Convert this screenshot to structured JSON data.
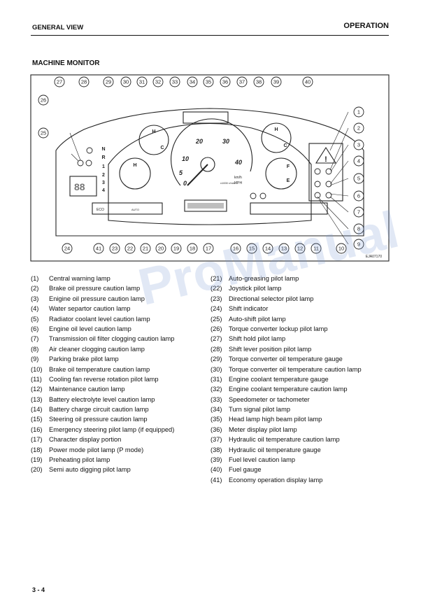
{
  "header": {
    "left": "GENERAL VIEW",
    "right": "OPERATION"
  },
  "section_title": "MACHINE MONITOR",
  "figure": {
    "code": "EJA07170",
    "callouts": [
      "1",
      "2",
      "3",
      "4",
      "5",
      "6",
      "7",
      "8",
      "9",
      "10",
      "11",
      "12",
      "13",
      "14",
      "15",
      "16",
      "17",
      "18",
      "19",
      "20",
      "21",
      "22",
      "23",
      "24",
      "25",
      "26",
      "27",
      "28",
      "29",
      "30",
      "31",
      "32",
      "33",
      "34",
      "35",
      "36",
      "37",
      "38",
      "39",
      "40",
      "41"
    ],
    "gauge_labels": {
      "h": "H",
      "c": "C",
      "f": "F",
      "e": "E"
    },
    "speedo_ticks": [
      "0",
      "5",
      "10",
      "20",
      "30",
      "40"
    ],
    "speedo_unit": "km/h",
    "speedo_unit2": "MPH",
    "speedo_x1000": "x1000 r/min",
    "shift_positions": [
      "N",
      "R",
      "1",
      "2",
      "3",
      "4"
    ],
    "eco_label": "ECO",
    "auto_label": "AUTO"
  },
  "legend_left": [
    {
      "num": "(1)",
      "text": "Central warning lamp"
    },
    {
      "num": "(2)",
      "text": "Brake oil pressure caution lamp"
    },
    {
      "num": "(3)",
      "text": "Enigine oil pressure caution lamp"
    },
    {
      "num": "(4)",
      "text": "Water separtor caution lamp"
    },
    {
      "num": "(5)",
      "text": "Radiator coolant level caution lamp"
    },
    {
      "num": "(6)",
      "text": "Engine oil level caution lamp"
    },
    {
      "num": "(7)",
      "text": "Transmission oil filter clogging caution lamp"
    },
    {
      "num": "(8)",
      "text": "Air cleaner clogging caution lamp"
    },
    {
      "num": "(9)",
      "text": "Parking brake pilot lamp"
    },
    {
      "num": "(10)",
      "text": "Brake oil temperature caution lamp"
    },
    {
      "num": "(11)",
      "text": "Cooling fan reverse rotation pilot lamp"
    },
    {
      "num": "(12)",
      "text": "Maintenance caution lamp"
    },
    {
      "num": "(13)",
      "text": "Battery electrolyte level caution lamp"
    },
    {
      "num": "(14)",
      "text": "Battery charge circuit caution lamp"
    },
    {
      "num": "(15)",
      "text": "Steering oil pressure caution lamp"
    },
    {
      "num": "(16)",
      "text": "Emergency steering pilot lamp (if equipped)"
    },
    {
      "num": "(17)",
      "text": "Character display portion"
    },
    {
      "num": "(18)",
      "text": "Power mode pilot lamp (P mode)"
    },
    {
      "num": "(19)",
      "text": "Preheating pilot lamp"
    },
    {
      "num": "(20)",
      "text": "Semi auto digging pilot lamp"
    }
  ],
  "legend_right": [
    {
      "num": "(21)",
      "text": "Auto-greasing pilot lamp"
    },
    {
      "num": "(22)",
      "text": "Joystick pilot lamp"
    },
    {
      "num": "(23)",
      "text": "Directional selector pilot lamp"
    },
    {
      "num": "(24)",
      "text": "Shift indicator"
    },
    {
      "num": "(25)",
      "text": "Auto-shift pilot lamp"
    },
    {
      "num": "(26)",
      "text": "Torque converter lockup pilot lamp"
    },
    {
      "num": "(27)",
      "text": "Shift hold pilot lamp"
    },
    {
      "num": "(28)",
      "text": "Shift lever position pilot lamp"
    },
    {
      "num": "(29)",
      "text": "Torque converter oil temperature gauge"
    },
    {
      "num": "(30)",
      "text": "Torque converter oil temperature caution lamp"
    },
    {
      "num": "(31)",
      "text": "Engine coolant temperature gauge"
    },
    {
      "num": "(32)",
      "text": "Engine coolant temperature caution lamp"
    },
    {
      "num": "(33)",
      "text": "Speedometer or tachometer"
    },
    {
      "num": "(34)",
      "text": "Turn signal pilot lamp"
    },
    {
      "num": "(35)",
      "text": "Head lamp high beam pilot lamp"
    },
    {
      "num": "(36)",
      "text": "Meter display pilot lamp"
    },
    {
      "num": "(37)",
      "text": "Hydraulic oil temperature caution lamp"
    },
    {
      "num": "(38)",
      "text": "Hydraulic oil temperature gauge"
    },
    {
      "num": "(39)",
      "text": "Fuel level caution lamp"
    },
    {
      "num": "(40)",
      "text": "Fuel gauge"
    },
    {
      "num": "(41)",
      "text": "Economy operation display lamp"
    }
  ],
  "watermark": "ProManual",
  "page_number": "3 - 4"
}
